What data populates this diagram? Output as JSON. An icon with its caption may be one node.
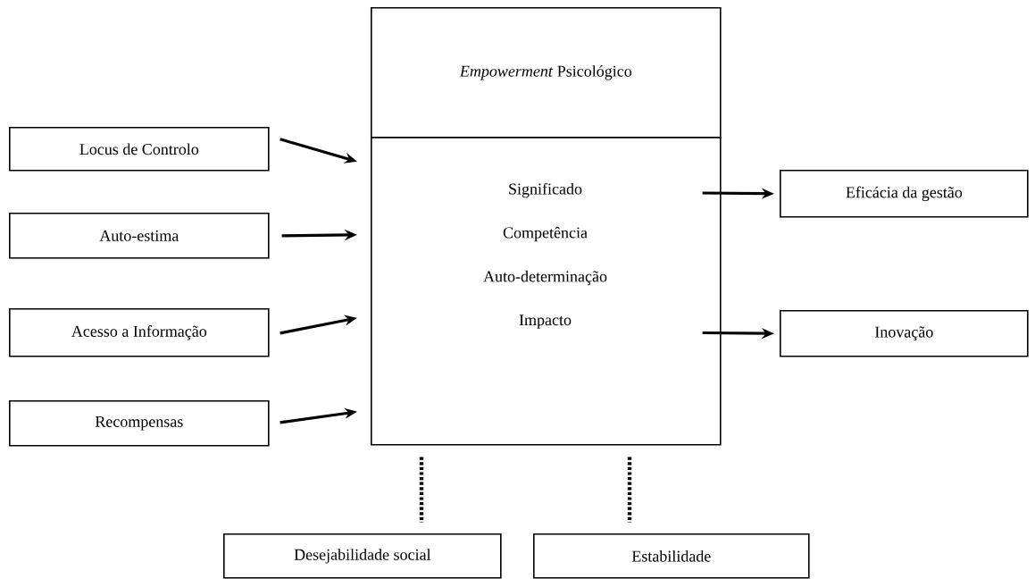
{
  "diagram": {
    "nodes": [
      {
        "text": [
          "*Empowerment* Psicológico"
        ]
      },
      {
        "text": [
          "Significado",
          "Competência",
          "Auto-determinação",
          "Impacto"
        ]
      },
      {
        "text": [
          "Locus de Controlo"
        ]
      },
      {
        "text": [
          "Auto-estima"
        ]
      },
      {
        "text": [
          "Acesso a Informação"
        ]
      },
      {
        "text": [
          "Recompensas"
        ]
      },
      {
        "text": [
          "Eficácia da gestão"
        ]
      },
      {
        "text": [
          "Inovação"
        ]
      },
      {
        "text": [
          "Desejabilidade social"
        ]
      },
      {
        "text": [
          "Estabilidade"
        ]
      }
    ],
    "edges": [
      {
        "from": 2,
        "to": 1,
        "arrow": "to"
      },
      {
        "from": 3,
        "to": 1,
        "arrow": "to"
      },
      {
        "from": 4,
        "to": 1,
        "arrow": "to"
      },
      {
        "from": 5,
        "to": 1,
        "arrow": "to"
      },
      {
        "from": 1,
        "to": 6,
        "arrow": "to"
      },
      {
        "from": 1,
        "to": 7,
        "arrow": "to"
      },
      {
        "from": 1,
        "to": 8,
        "arrow": "none",
        "style": "dashed"
      },
      {
        "from": 1,
        "to": 9,
        "arrow": "none",
        "style": "dashed"
      }
    ]
  }
}
